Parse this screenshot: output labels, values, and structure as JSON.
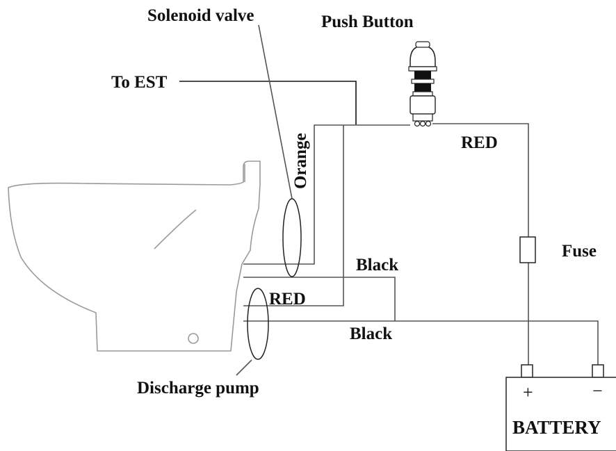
{
  "labels": {
    "solenoid_valve": "Solenoid valve",
    "push_button": "Push Button",
    "to_est": "To EST",
    "orange": "Orange",
    "red_top": "RED",
    "fuse": "Fuse",
    "black_upper": "Black",
    "red_lower": "RED",
    "black_lower": "Black",
    "discharge_pump": "Discharge pump",
    "battery": "BATTERY",
    "battery_plus": "+",
    "battery_minus": "−"
  },
  "colors": {
    "wire": "#555555",
    "text": "#111111",
    "toilet_outline": "#9a9a9a"
  }
}
